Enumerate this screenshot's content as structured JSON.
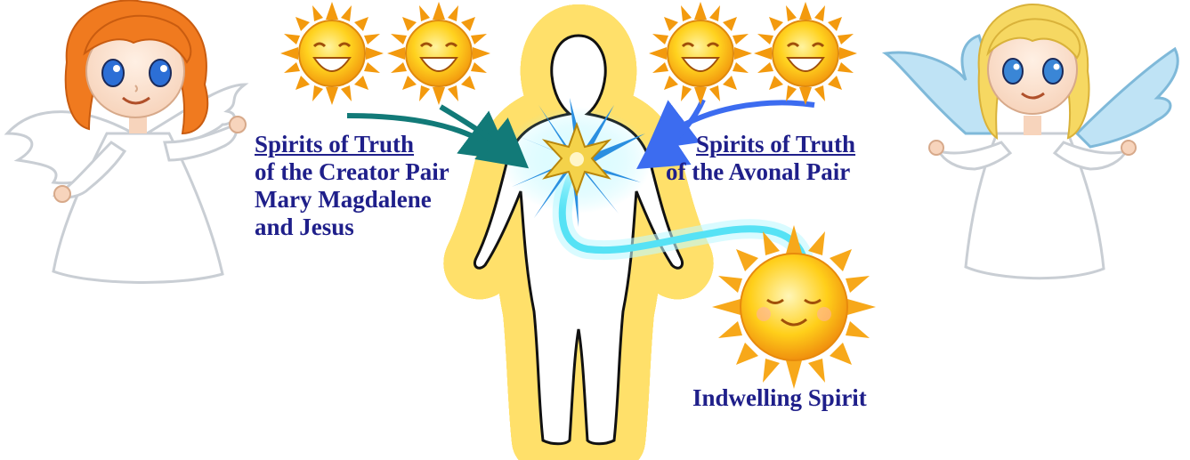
{
  "labels": {
    "creator_pair": {
      "heading": "Spirits of Truth",
      "line1": "of the Creator Pair",
      "line2": "Mary Magdalene",
      "line3": "and Jesus"
    },
    "avonal_pair": {
      "heading": "Spirits of Truth",
      "line1": "of the Avonal Pair"
    },
    "indwelling": {
      "text": "Indwelling Spirit"
    }
  },
  "colors": {
    "text": "#1f1f8a",
    "teal_arrow": "#127a78",
    "blue_arrow": "#3c6cf0",
    "sun": "#f7c21a",
    "sun_ray": "#f29a12",
    "light_stream": "#7ff0ff",
    "star": "#f4d24a",
    "burst": "#2a8fe0"
  },
  "icons": [
    "angel-left",
    "angel-right",
    "smiling-sun",
    "human-aura",
    "heart-star",
    "burst-rays"
  ]
}
